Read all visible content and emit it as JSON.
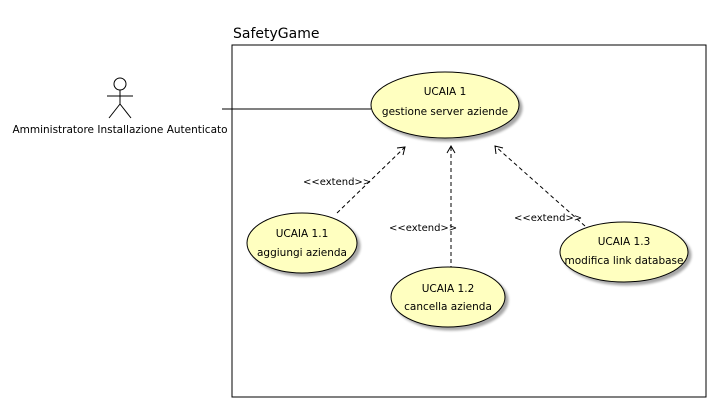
{
  "diagram": {
    "type": "uml-use-case",
    "system": {
      "name": "SafetyGame"
    },
    "actor": {
      "name": "Amministratore  Installazione  Autenticato"
    },
    "use_cases": [
      {
        "id": "UCAIA 1",
        "name": "gestione server aziende"
      },
      {
        "id": "UCAIA 1.1",
        "name": "aggiungi azienda"
      },
      {
        "id": "UCAIA 1.2",
        "name": "cancella azienda"
      },
      {
        "id": "UCAIA 1.3",
        "name": "modifica  link database"
      }
    ],
    "relations": [
      {
        "from": "UCAIA 1.1",
        "to": "UCAIA 1",
        "label": "<<extend>>"
      },
      {
        "from": "UCAIA 1.2",
        "to": "UCAIA 1",
        "label": "<<extend>>"
      },
      {
        "from": "UCAIA 1.3",
        "to": "UCAIA 1",
        "label": "<<extend>>"
      }
    ],
    "colors": {
      "use_case_fill": "#ffffc0",
      "stroke": "#000000",
      "background": "#ffffff"
    }
  }
}
